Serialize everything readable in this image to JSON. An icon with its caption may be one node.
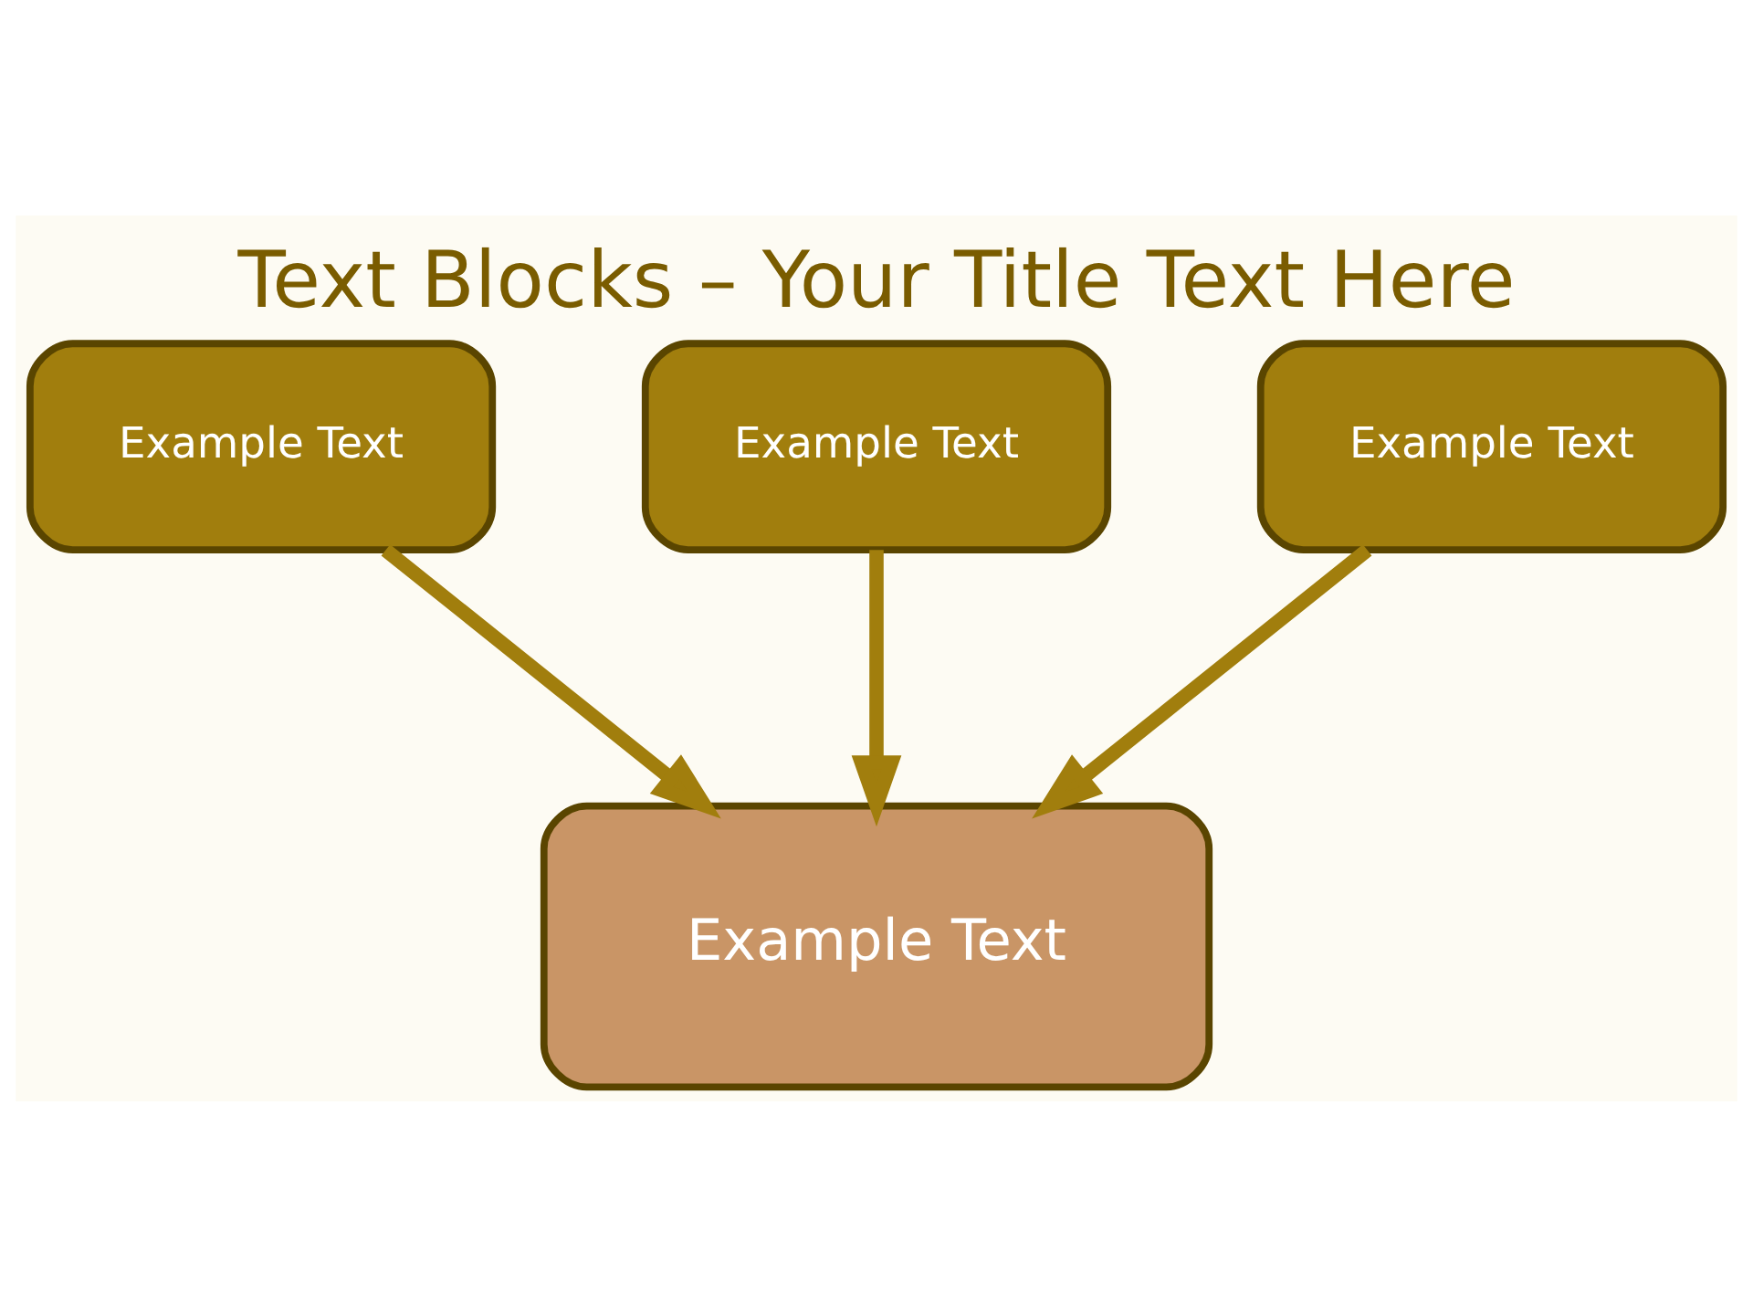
{
  "diagram": {
    "title": "Text Blocks – Your Title Text Here",
    "nodes": [
      {
        "text": [
          "Example Text"
        ]
      },
      {
        "text": [
          "Example Text"
        ]
      },
      {
        "text": [
          "Example Text"
        ]
      },
      {
        "text": [
          "Example Text"
        ]
      }
    ],
    "edges": [
      {
        "from": 0,
        "to": 3,
        "arrow": "to"
      },
      {
        "from": 1,
        "to": 3,
        "arrow": "to"
      },
      {
        "from": 2,
        "to": 3,
        "arrow": "to"
      }
    ]
  }
}
